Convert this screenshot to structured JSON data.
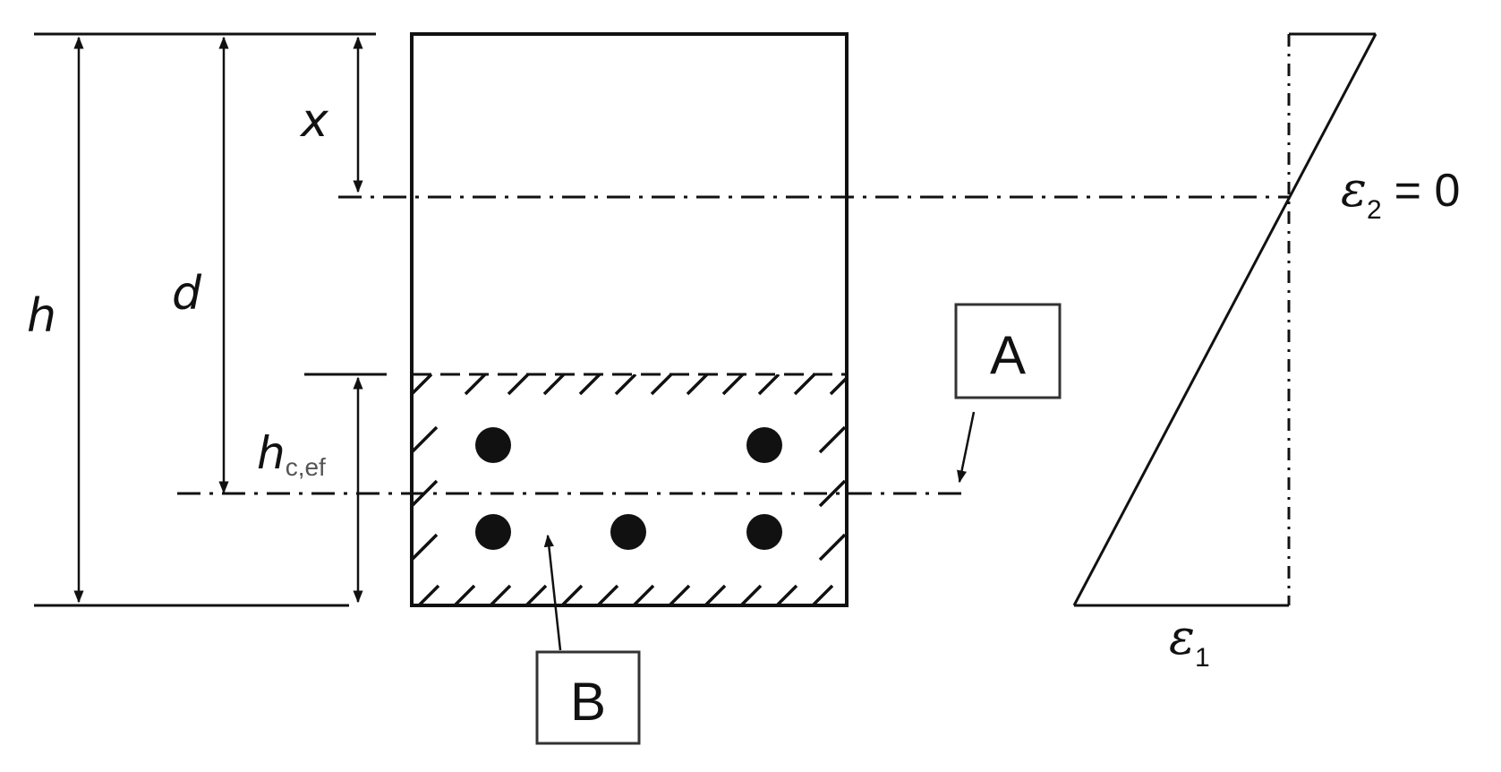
{
  "labels": {
    "h": "h",
    "d": "d",
    "x": "x",
    "h_c_ef_main": "h",
    "h_c_ef_sub": "c,ef",
    "A": "A",
    "B": "B",
    "eps2_symbol": "ε",
    "eps2_sub": "2",
    "eps2_eq": "= 0",
    "eps1_symbol": "ε",
    "eps1_sub": "1"
  },
  "reinforcement": {
    "upper_row_bars": 2,
    "lower_row_bars": 3
  },
  "colors": {
    "line": "#111111",
    "box_border": "#333333",
    "background": "#ffffff"
  }
}
